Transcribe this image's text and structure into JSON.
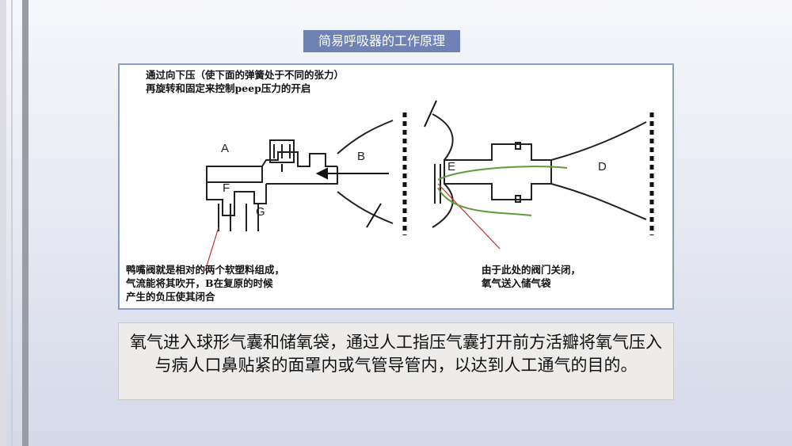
{
  "slide": {
    "title": "简易呼吸器的工作原理",
    "diagram": {
      "note_top": "通过向下压（使下面的弹簧处于不同的张力）\n再旋转和固定来控制peep压力的开启",
      "note_left": "鸭嘴阀就是相对的两个软塑料组成，\n气流能将其吹开，B在复原的时候\n产生的负压使其闭合",
      "note_right": "由于此处的阀门关闭，\n氧气送入储气袋",
      "labels": {
        "a": "A",
        "b": "B",
        "d": "D",
        "e": "E",
        "f": "F",
        "g": "G"
      }
    },
    "description": "氧气进入球形气囊和储氧袋，通过人工指压气囊打开前方活瓣将氧气压入与病人口鼻贴紧的面罩内或气管导管内，以达到人工通气的目的。"
  }
}
